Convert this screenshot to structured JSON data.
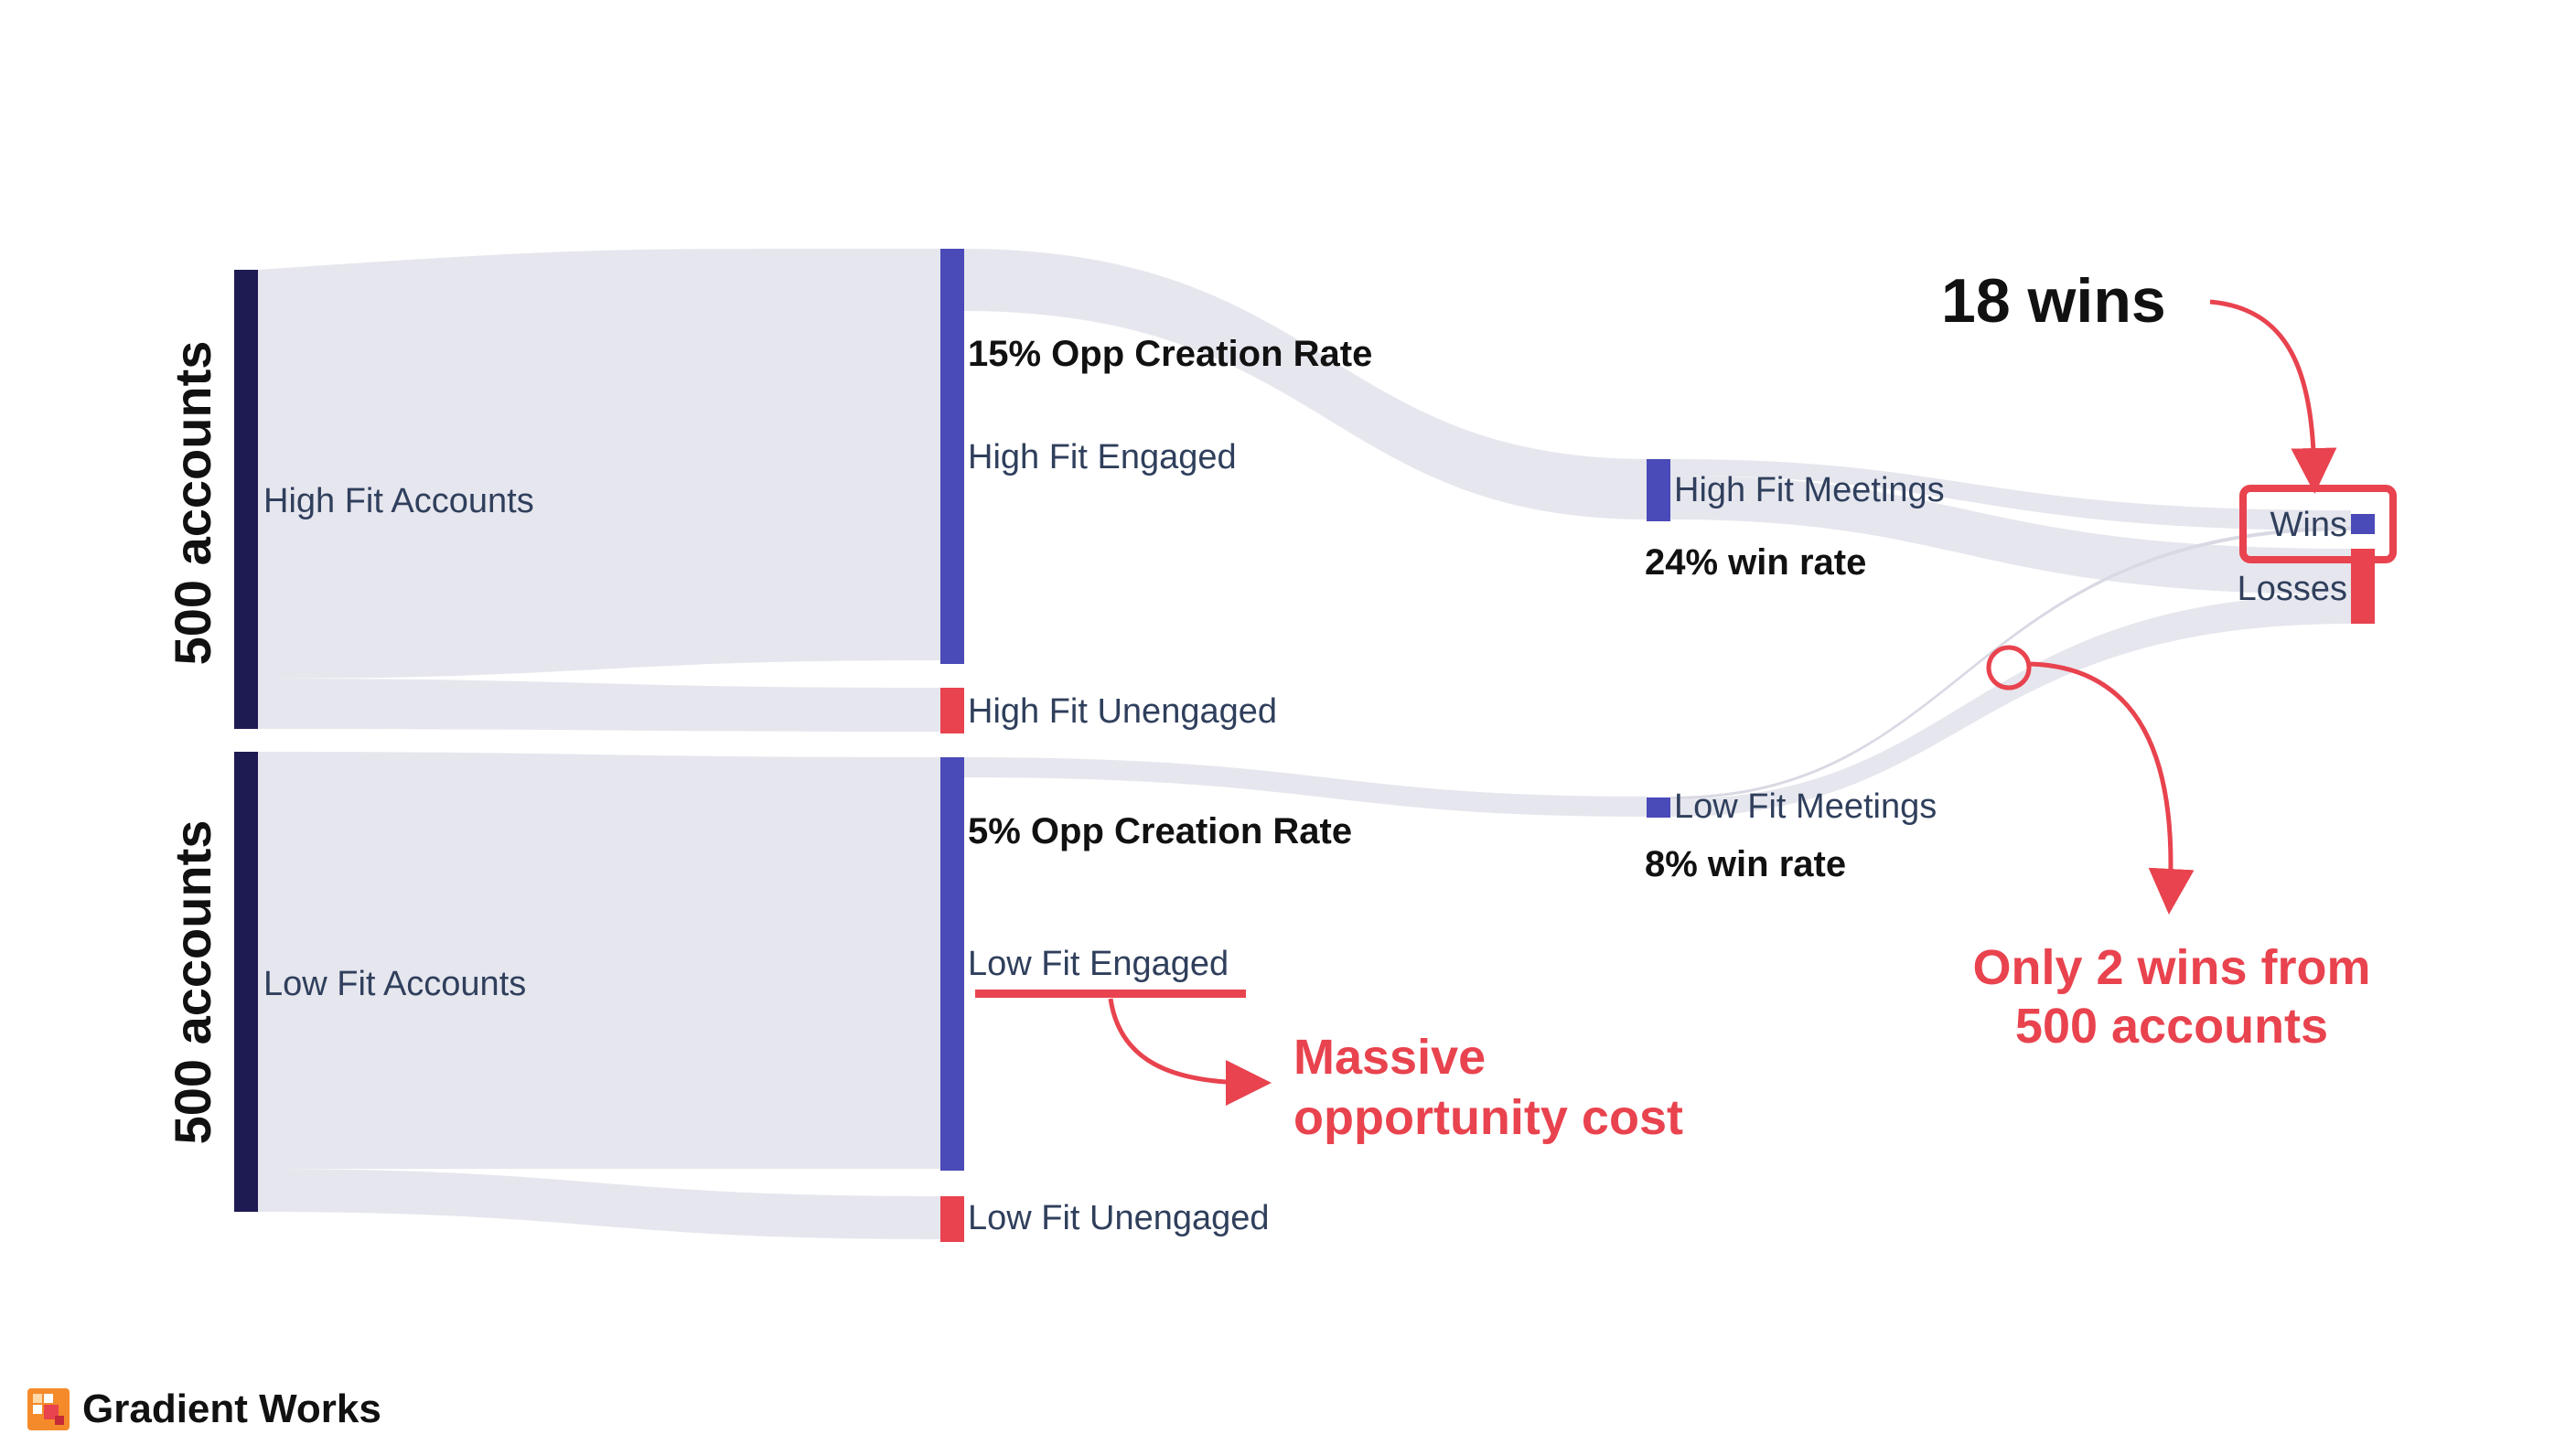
{
  "diagram": {
    "type": "sankey",
    "side_labels": [
      "500 accounts",
      "500 accounts"
    ],
    "nodes": {
      "high_fit_accounts": "High Fit Accounts",
      "low_fit_accounts": "Low Fit Accounts",
      "high_fit_engaged": "High Fit Engaged",
      "high_fit_unengaged": "High Fit Unengaged",
      "low_fit_engaged": "Low Fit Engaged",
      "low_fit_unengaged": "Low Fit Unengaged",
      "high_fit_meetings": "High Fit Meetings",
      "low_fit_meetings": "Low Fit Meetings",
      "wins": "Wins",
      "losses": "Losses"
    },
    "stats": {
      "high_opp_rate": "15% Opp Creation Rate",
      "low_opp_rate": "5% Opp Creation Rate",
      "high_win_rate": "24% win rate",
      "low_win_rate": "8% win rate"
    },
    "annotations": {
      "wins_total": "18 wins",
      "low_wins_line1": "Only 2 wins from",
      "low_wins_line2": "500 accounts",
      "opp_cost_line1": "Massive",
      "opp_cost_line2": "opportunity cost"
    },
    "colors": {
      "accounts_node": "#1e1a52",
      "engaged_node": "#4a4ab8",
      "unengaged_node": "#e8434e",
      "link": "#e6e6ee",
      "annotation": "#e8434e"
    }
  },
  "brand": {
    "name": "Gradient Works"
  }
}
